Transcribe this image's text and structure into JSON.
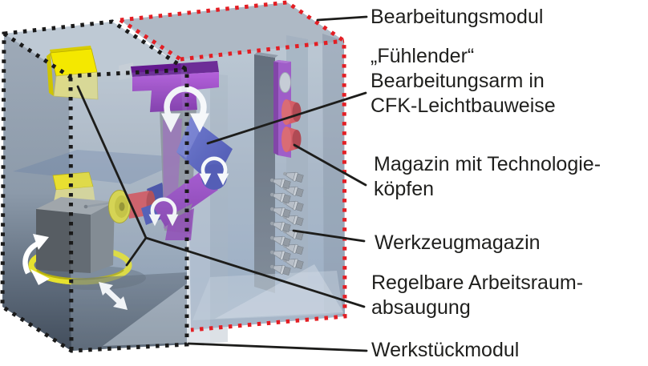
{
  "diagram": {
    "callouts": {
      "bearbeitungsmodul": {
        "text": "Bearbeitungsmodul"
      },
      "bearbeitungsarm": {
        "lines": [
          "„Fühlender“",
          "Bearbeitungsarm in",
          "CFK-Leichtbauweise"
        ]
      },
      "technologiemagazin": {
        "lines": [
          "Magazin mit Technologie-",
          "köpfen"
        ]
      },
      "werkzeugmagazin": {
        "text": "Werkzeugmagazin"
      },
      "absaugung": {
        "lines": [
          "Regelbare Arbeitsraum-",
          "absaugung"
        ]
      },
      "werkstueckmodul": {
        "text": "Werkstückmodul"
      }
    },
    "colors": {
      "processing_module_outline": "#e31e24",
      "workpiece_module_outline": "#1a1a1a",
      "leader_line": "#1d1d1b",
      "arm_purple": "#9d50c6",
      "arm_blue": "#4a55b8",
      "suction_yellow": "#f4e800",
      "technology_head_red": "#d95058",
      "box_glass_blue": "#aabccf"
    }
  }
}
